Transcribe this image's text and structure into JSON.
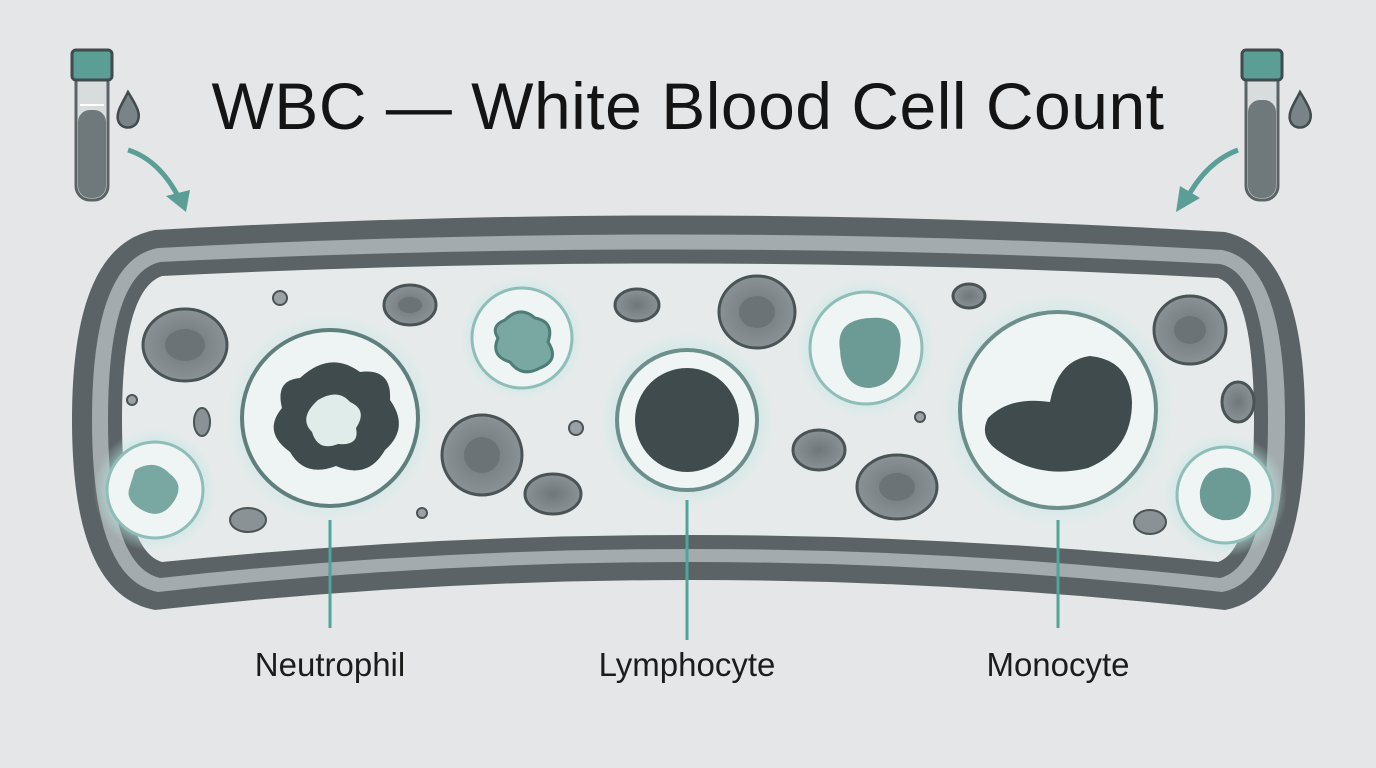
{
  "title": "WBC — White Blood Cell Count",
  "labels": {
    "neutrophil": "Neutrophil",
    "lymphocyte": "Lymphocyte",
    "monocyte": "Monocyte"
  },
  "colors": {
    "background": "#e4e6e8",
    "vessel_wall": "#5b6366",
    "vessel_lumen": "#e7eaeb",
    "red_cell": "#7f878a",
    "nucleus": "#3f4b4d",
    "cell_glow": "#a9d9d4",
    "accent_teal": "#4ea59a"
  },
  "icons": [
    "test-tube-icon",
    "blood-drop-icon",
    "arrow-icon"
  ]
}
